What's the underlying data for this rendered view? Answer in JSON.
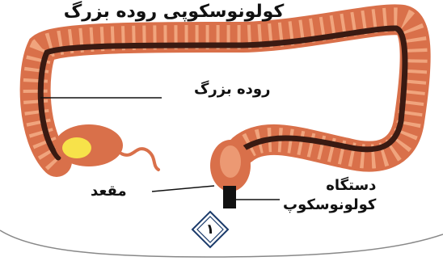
{
  "title": "کولونوسکوپی روده بزرگ",
  "labels": {
    "colon": "روده بزرگ",
    "rectum": "مقعد",
    "device_line1": "دستگاه",
    "device_line2": "کولونوسکوپ"
  },
  "page_number": "۱",
  "colors": {
    "colon_outer": "#d9704a",
    "colon_inner": "#f0a47d",
    "lumen": "#3a1a12",
    "highlight": "#f7e24a",
    "scope": "#111111"
  }
}
